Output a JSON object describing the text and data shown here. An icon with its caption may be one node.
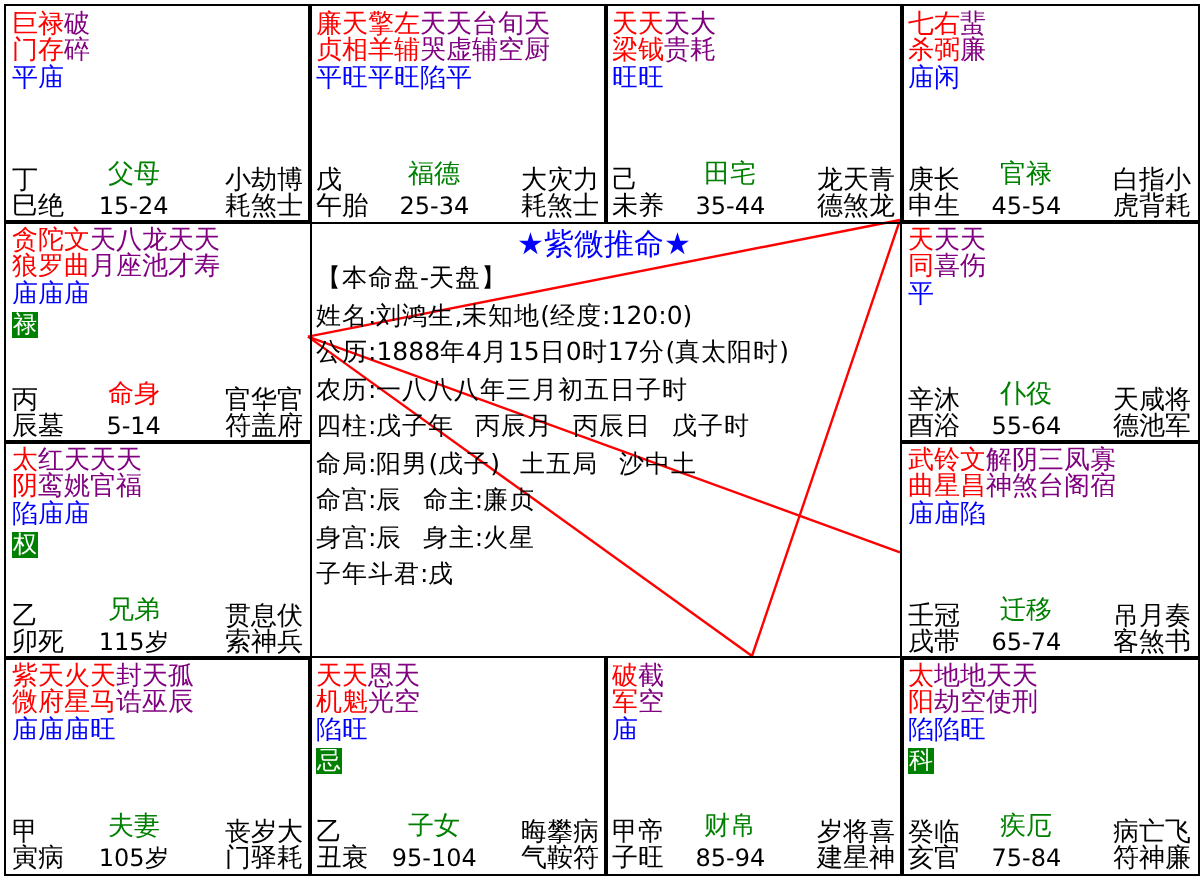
{
  "diagram": {
    "nodes": [
      {
        "text": [
          "巨门",
          "禄存",
          "破碎",
          "平庙",
          "丁巳",
          "绝",
          "父母",
          "15-24",
          "小耗",
          "劫煞",
          "博士"
        ]
      },
      {
        "text": [
          "廉贞",
          "天相",
          "擎羊",
          "左辅",
          "天哭",
          "天虚",
          "台辅",
          "旬空",
          "天厨",
          "平旺平旺陷平",
          "戊午",
          "胎",
          "福德",
          "25-34",
          "大耗",
          "灾煞",
          "力士"
        ]
      },
      {
        "text": [
          "天梁",
          "天钺",
          "天贵",
          "大耗",
          "旺旺",
          "己未",
          "养",
          "田宅",
          "35-44",
          "龙德",
          "天煞",
          "青龙"
        ]
      },
      {
        "text": [
          "七杀",
          "右弼",
          "蜚廉",
          "庙闲",
          "庚申",
          "长生",
          "官禄",
          "45-54",
          "白虎",
          "指背",
          "小耗"
        ]
      },
      {
        "text": [
          "贪狼",
          "陀罗",
          "文曲",
          "天月",
          "八座",
          "龙池",
          "天才",
          "天寿",
          "庙庙庙",
          "禄",
          "丙辰",
          "墓",
          "命身",
          "5-14",
          "官符",
          "华盖",
          "官府"
        ]
      },
      {
        "text": [
          "★紫微推命★",
          "【本命盘-天盘】",
          "姓名:刘鸿生,未知地(经度:120:0)",
          "公历:1888年4月15日0时17分(真太阳时)",
          "农历:一八八八年三月初五日子时",
          "四柱:戊子年 丙辰月 丙辰日 戊子时",
          "命局:阳男(戊子) 土五局 沙中土",
          "命宫:辰 命主:廉贞",
          "身宫:辰 身主:火星",
          "子年斗君:戌"
        ]
      },
      {
        "text": [
          "天同",
          "天喜",
          "天伤",
          "平",
          "辛酉",
          "沐浴",
          "仆役",
          "55-64",
          "天德",
          "咸池",
          "将军"
        ]
      },
      {
        "text": [
          "太阴",
          "红鸾",
          "天姚",
          "天官",
          "天福",
          "陷庙庙",
          "权",
          "乙卯",
          "死",
          "兄弟",
          "115岁",
          "贯索",
          "息神",
          "伏兵"
        ]
      },
      {
        "text": [
          "武曲",
          "铃星",
          "文昌",
          "解神",
          "阴煞",
          "三台",
          "凤阁",
          "寡宿",
          "庙庙陷",
          "壬戌",
          "冠带",
          "迁移",
          "65-74",
          "吊客",
          "月煞",
          "奏书"
        ]
      },
      {
        "text": [
          "紫微",
          "天府",
          "火星",
          "天马",
          "封诰",
          "天巫",
          "孤辰",
          "庙庙庙旺",
          "甲寅",
          "病",
          "夫妻",
          "105岁",
          "丧门",
          "岁驿",
          "大耗"
        ]
      },
      {
        "text": [
          "天机",
          "天魁",
          "恩光",
          "天空",
          "陷旺",
          "忌",
          "乙丑",
          "衰",
          "子女",
          "95-104",
          "晦气",
          "攀鞍",
          "病符"
        ]
      },
      {
        "text": [
          "破军",
          "截空",
          "庙",
          "甲子",
          "帝旺",
          "财帛",
          "85-94",
          "岁建",
          "将星",
          "喜神"
        ]
      },
      {
        "text": [
          "太阳",
          "地劫",
          "地空",
          "天使",
          "天刑",
          "陷陷旺",
          "科",
          "癸亥",
          "临官",
          "疾厄",
          "75-84",
          "病符",
          "亡神",
          "飞廉"
        ]
      }
    ],
    "edges": [
      {
        "from": 4,
        "to": 3,
        "arrow": "none"
      },
      {
        "from": 4,
        "to": 11,
        "arrow": "none"
      },
      {
        "from": 3,
        "to": 11,
        "arrow": "none"
      },
      {
        "from": 4,
        "to": 8,
        "arrow": "none"
      }
    ]
  }
}
